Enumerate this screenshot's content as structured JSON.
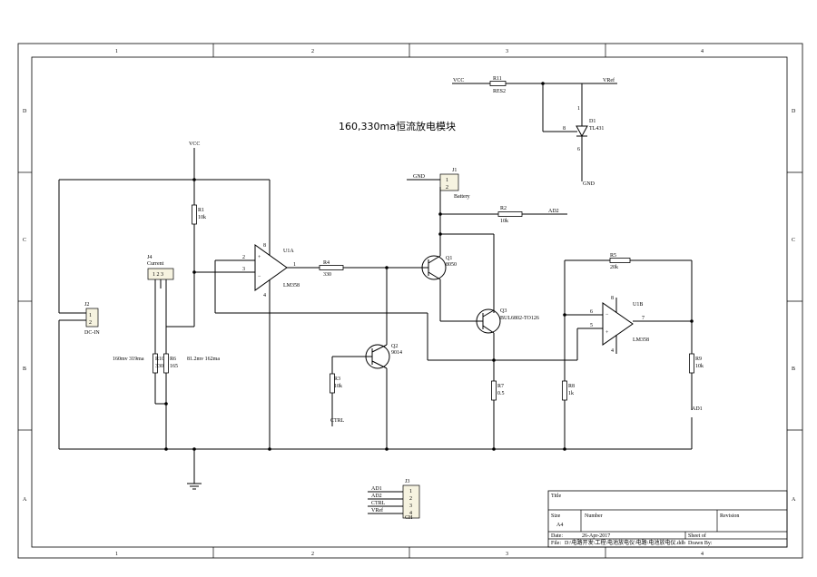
{
  "title": "160,330ma恒流放电模块",
  "border": {
    "cols": [
      "1",
      "2",
      "3",
      "4"
    ],
    "rows": [
      "D",
      "C",
      "B",
      "A"
    ]
  },
  "nets": {
    "vcc_top": "VCC",
    "vcc_left": "VCC",
    "vref": "VRef",
    "gnd_top": "GND",
    "gnd_right": "GND",
    "ad2": "AD2",
    "ad1": "AD1",
    "ctrl": "CTRL"
  },
  "components": {
    "R11": {
      "ref": "R11",
      "value": "RES2"
    },
    "D1": {
      "ref": "D1",
      "value": "TL431",
      "pin_a": "1",
      "pin_b": "8",
      "pin_c": "6"
    },
    "J1": {
      "ref": "J1",
      "value": "Battery",
      "pin1": "1",
      "pin2": "2"
    },
    "R2": {
      "ref": "R2",
      "value": "10k"
    },
    "R1": {
      "ref": "R1",
      "value": "10k"
    },
    "U1A": {
      "ref": "U1A",
      "value": "LM358",
      "pin_in_neg": "2",
      "pin_in_pos": "3",
      "pin_out": "1",
      "pin_vcc": "8",
      "pin_gnd": "4"
    },
    "R4": {
      "ref": "R4",
      "value": "330"
    },
    "Q1": {
      "ref": "Q1",
      "value": "8050"
    },
    "R5": {
      "ref": "R5",
      "value": "20k"
    },
    "J4": {
      "ref": "J4",
      "value": "Current",
      "pins": "1 2 3"
    },
    "J2": {
      "ref": "J2",
      "value": "DC-IN",
      "pin1": "1",
      "pin2": "2"
    },
    "Q3": {
      "ref": "Q3",
      "value": "BUL6802-TO126"
    },
    "U1B": {
      "ref": "U1B",
      "value": "LM358",
      "pin_in_neg": "6",
      "pin_in_pos": "5",
      "pin_out": "7",
      "pin_vcc": "8",
      "pin_gnd": "4"
    },
    "Q2": {
      "ref": "Q2",
      "value": "9014"
    },
    "R10": {
      "ref": "R10",
      "value": "330"
    },
    "R6": {
      "ref": "R6",
      "value": "165"
    },
    "R3": {
      "ref": "R3",
      "value": "10k"
    },
    "R7": {
      "ref": "R7",
      "value": "0.5"
    },
    "R8": {
      "ref": "R8",
      "value": "1k"
    },
    "R9": {
      "ref": "R9",
      "value": "10k"
    },
    "J3": {
      "ref": "J3",
      "value": "CH",
      "pins": [
        "AD1",
        "AD2",
        "CTRL",
        "VRef"
      ],
      "nums": [
        "1",
        "2",
        "3",
        "4"
      ]
    }
  },
  "notes": {
    "left": "160mv 319ma",
    "right": "81.2mv 162ma"
  },
  "titleblock": {
    "title_label": "Title",
    "size_label": "Size",
    "size_value": "A4",
    "number_label": "Number",
    "revision_label": "Revision",
    "date_label": "Date:",
    "date_value": "26-Apr-2017",
    "sheet_label": "Sheet    of",
    "file_label": "File:",
    "file_value": "D:\\电路开发\\工程\\电池放电仪\\电路\\电池放电仪.ddb",
    "drawn_label": "Drawn By:"
  }
}
